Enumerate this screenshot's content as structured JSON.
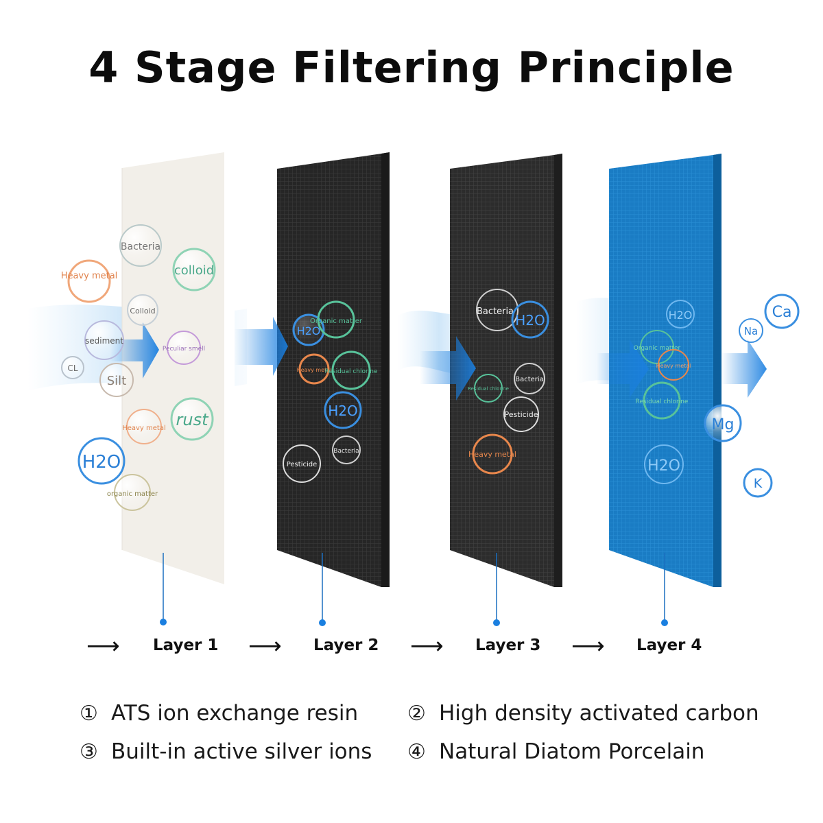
{
  "title": "4 Stage Filtering Principle",
  "colors": {
    "accent_blue": "#1a7fe0",
    "layer1": "#f1efea",
    "layer2": "#2a2a2a",
    "layer3": "#303030",
    "layer4": "#1b7fc7"
  },
  "layer_labels": [
    "Layer 1",
    "Layer 2",
    "Layer 3",
    "Layer 4"
  ],
  "arrow_glyph": "⟶",
  "descriptions": [
    {
      "num": "①",
      "text": "ATS ion exchange resin"
    },
    {
      "num": "②",
      "text": "High density activated carbon"
    },
    {
      "num": "③",
      "text": "Built-in active silver ions"
    },
    {
      "num": "④",
      "text": "Natural Diatom Porcelain"
    }
  ],
  "bubbles": {
    "layer1": [
      "Bacteria",
      "colloid",
      "Heavy metal",
      "Colloid",
      "sediment",
      "Peculiar smell",
      "CL",
      "Silt",
      "Heavy metal",
      "rust",
      "H2O",
      "organic matter"
    ],
    "layer2": [
      "H2O",
      "Organic matter",
      "Heavy metal",
      "Residual chlorine",
      "H2O",
      "Bacteria",
      "Pesticide"
    ],
    "layer3": [
      "Bacteria",
      "H2O",
      "Residual chlorine",
      "Bacteria",
      "Pesticide",
      "Heavy metal"
    ],
    "layer4": [
      "H2O",
      "Organic matter",
      "Heavy metal",
      "Residual chlorine",
      "H2O",
      "Ca",
      "Na",
      "Mg",
      "K"
    ]
  }
}
